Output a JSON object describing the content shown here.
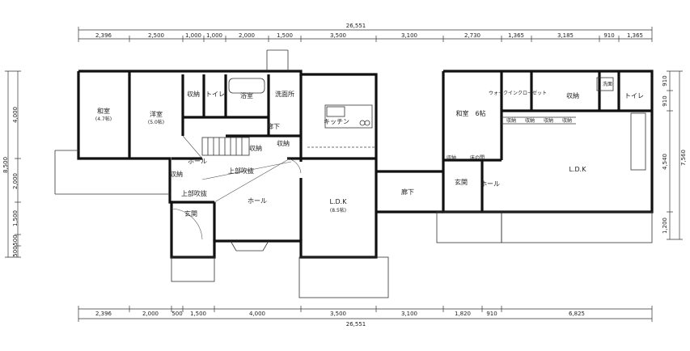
{
  "dimensions": {
    "top_total": "26,551",
    "bottom_total": "26,551",
    "top_segments": [
      "2,396",
      "2,500",
      "1,000",
      "1,000",
      "2,000",
      "1,500",
      "3,500",
      "3,100",
      "2,730",
      "1,365",
      "3,185",
      "910",
      "1,365"
    ],
    "bottom_segments": [
      "2,396",
      "2,000",
      "500",
      "1,500",
      "4,000",
      "3,500",
      "3,100",
      "1,820",
      "910",
      "6,825"
    ],
    "left_total": "8,500",
    "left_segments": [
      "4,000",
      "2,000",
      "1,500",
      "500",
      "500"
    ],
    "right_total": "7,560",
    "right_segments": [
      "910",
      "910",
      "4,540",
      "1,200"
    ]
  },
  "rooms": {
    "washitsu": "和室",
    "washitsu_size": "(4.7帖)",
    "yoshitsu": "洋室",
    "yoshitsu_size": "(5.0帖)",
    "shuno1": "収納",
    "toilet1": "トイレ",
    "yokushitsu": "浴室",
    "senmenjo": "洗面所",
    "kitchen": "キッチン",
    "roka1": "廊下",
    "shuno2": "収納",
    "shuno3": "収納",
    "hall1": "ホール",
    "jobu_fukinuke1": "上部吹抜",
    "shuno4": "収納",
    "jobu_fukinuke2": "上部吹抜",
    "genkan1": "玄関",
    "hall2": "ホール",
    "ldk1": "L.D.K",
    "ldk1_size": "(8.5帖)",
    "roka2": "廊下",
    "washitsu2": "和室　6帖",
    "walkin": "ウォークインクローゼット",
    "shuno5": "収納",
    "washroom": "洗面",
    "toilet2": "トイレ",
    "shuno_row": [
      "収納",
      "収納",
      "収納",
      "収納"
    ],
    "shuno6": "収納",
    "tokonoma": "床の間",
    "genkan2": "玄関",
    "hall3": "ホール",
    "ldk2": "L.D.K"
  }
}
